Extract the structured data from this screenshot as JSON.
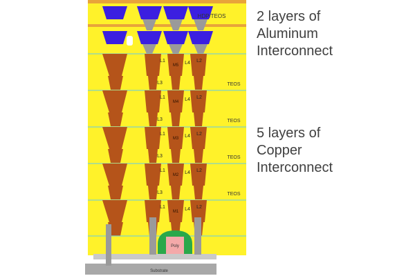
{
  "side_labels": {
    "aluminum": "2 layers of\nAluminum\nInterconnect",
    "copper": "5 layers of\nCopper\nInterconnect"
  },
  "top": {
    "dielectric_label": "HDP/TEOS",
    "metal_count": 4
  },
  "copper_levels": [
    {
      "metal": "M5",
      "dielectric": "TEOS"
    },
    {
      "metal": "M4",
      "dielectric": "TEOS"
    },
    {
      "metal": "M3",
      "dielectric": "TEOS"
    },
    {
      "metal": "M2",
      "dielectric": "TEOS"
    },
    {
      "metal": "M1",
      "dielectric": ""
    }
  ],
  "dim_labels": [
    "L1",
    "L2",
    "L3",
    "L4"
  ],
  "device": {
    "gate_label": "Poly",
    "substrate_label": "Substrate"
  },
  "colors": {
    "oxide": "#fff22a",
    "copper": "#b5541a",
    "aluminum": "#3b1fe0",
    "tungsten": "#9a9a9a",
    "gate": "#f4a9a9",
    "spacer": "#2aa84a",
    "barrier": "#7fd3c4",
    "substrate": "#a8a8a8",
    "cap": "#e8a43a"
  }
}
